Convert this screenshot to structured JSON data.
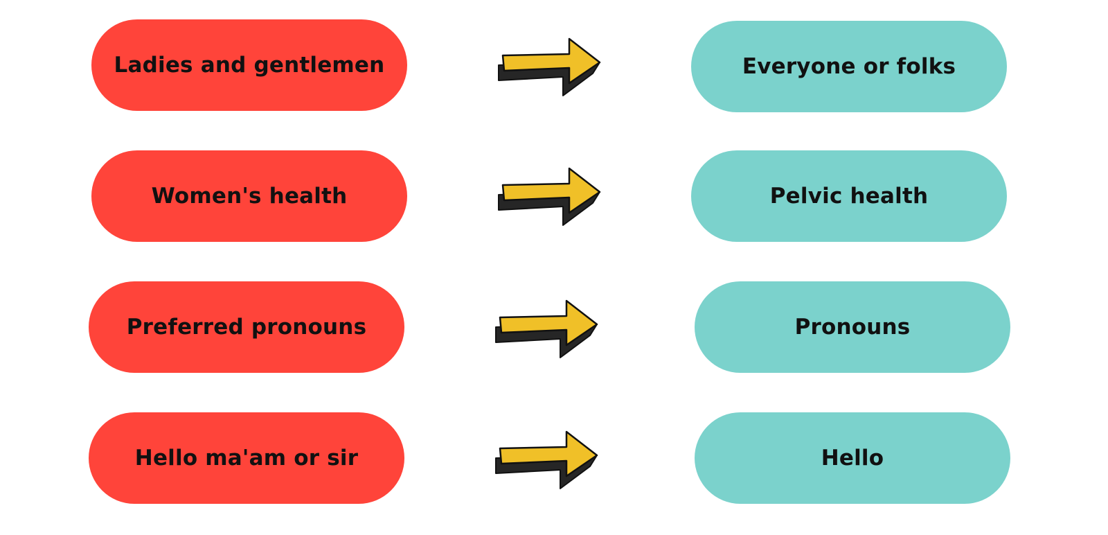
{
  "colors": {
    "from_pill": "#ff443a",
    "to_pill": "#7bd2cc",
    "arrow_fill": "#f0c028",
    "arrow_shadow": "#262626",
    "arrow_outline": "#111111",
    "background": "#ffffff"
  },
  "rows": [
    {
      "from": "Ladies and gentlemen",
      "to": "Everyone or folks",
      "arrow_icon": "right-arrow-icon"
    },
    {
      "from": "Women's health",
      "to": "Pelvic health",
      "arrow_icon": "right-arrow-icon"
    },
    {
      "from": "Preferred pronouns",
      "to": "Pronouns",
      "arrow_icon": "right-arrow-icon"
    },
    {
      "from": "Hello ma'am or sir",
      "to": "Hello",
      "arrow_icon": "right-arrow-icon"
    }
  ]
}
